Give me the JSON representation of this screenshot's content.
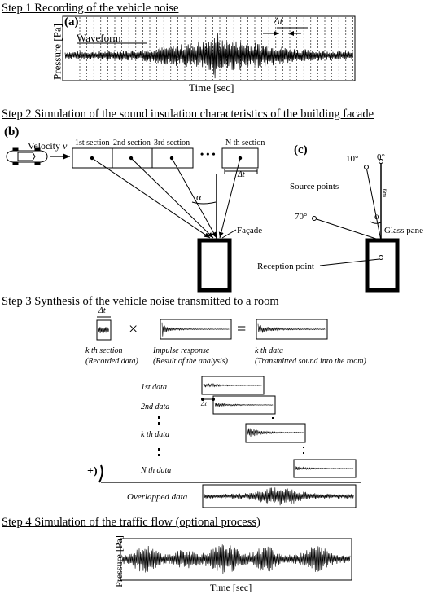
{
  "steps": {
    "step1": "Step 1 Recording of the vehicle noise",
    "step2": "Step 2 Simulation of the sound insulation characteristics of the building facade",
    "step3": "Step 3 Synthesis of the vehicle noise transmitted to a room",
    "step4": "Step 4 Simulation of the traffic flow (optional process)"
  },
  "panel_a": {
    "label": "(a)",
    "ylabel": "Pressure [Pa]",
    "xlabel": "Time [sec]",
    "waveform": "Waveform",
    "delta_t": "Δt"
  },
  "panel_b": {
    "label": "(b)",
    "velocity": "Velocity",
    "velocity_symbol": "v",
    "sections": [
      "1st section",
      "2nd section",
      "3rd section"
    ],
    "dots": "• • •",
    "nth_section": "N th section",
    "delta_t": "Δt",
    "alpha": "α",
    "facade": "Façade"
  },
  "panel_c": {
    "label": "(c)",
    "angle_10": "10°",
    "angle_0": "0°",
    "angle_70": "70°",
    "source_points": "Source points",
    "distance": "6m",
    "alpha": "α",
    "glass_pane": "Glass pane",
    "reception_point": "Reception point"
  },
  "step3": {
    "delta_t": "Δt",
    "times": "×",
    "equals": "=",
    "kth": "k th",
    "section": "section",
    "recorded": "(Recorded data)",
    "impulse": "Impulse response",
    "analysis": "(Result of the analysis)",
    "kth_data": "k th data",
    "transmitted": "(Transmitted sound into the room)",
    "data_labels": [
      "1st data",
      "2nd data",
      "k th data",
      "N th data"
    ],
    "plus": "+)",
    "overlapped": "Overlapped data"
  },
  "step4": {
    "ylabel": "Pressure [Pa]",
    "xlabel": "Time [sec]"
  }
}
